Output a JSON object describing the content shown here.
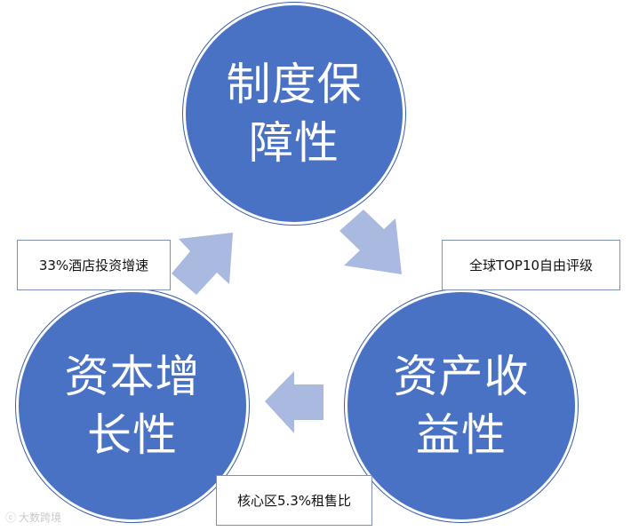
{
  "diagram": {
    "nodes": [
      {
        "id": "top",
        "line1": "制度保",
        "line2": "障性"
      },
      {
        "id": "right",
        "line1": "资产收",
        "line2": "益性"
      },
      {
        "id": "left",
        "line1": "资本增",
        "line2": "长性"
      }
    ],
    "notes": {
      "left": "33%酒店投资增速",
      "right": "全球TOP10自由评级",
      "bottom": "核心区5.3%租售比"
    },
    "colors": {
      "circle": "#4a72c4",
      "arrow": "#a9b9e0",
      "note_border": "#7b8fb8"
    },
    "watermark": "大数跨境"
  }
}
